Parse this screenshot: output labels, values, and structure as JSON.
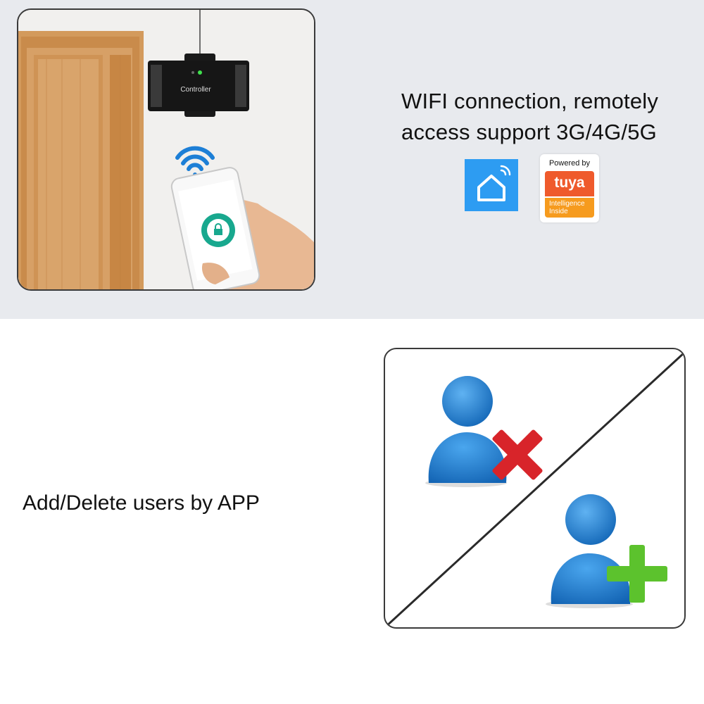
{
  "top_section": {
    "device_label": "Controller",
    "tagline_line1": "WIFI connection, remotely",
    "tagline_line2": "access support 3G/4G/5G",
    "tuya_badge": {
      "powered_by": "Powered by",
      "brand": "tuya",
      "intelligence_inside": "Intelligence Inside"
    }
  },
  "bottom_section": {
    "caption": "Add/Delete users by APP"
  },
  "colors": {
    "band_background": "#e8eaee",
    "user_blue": "#1e7fd0",
    "delete_red": "#d8242a",
    "add_green": "#5cc22d",
    "smart_home_blue": "#2d9cf2",
    "tuya_red": "#ef5a2c",
    "tuya_orange": "#f69b1e"
  },
  "icons": [
    "wifi-signal-icon",
    "smart-home-app-icon",
    "delete-user-icon",
    "add-user-icon",
    "lock-icon"
  ]
}
